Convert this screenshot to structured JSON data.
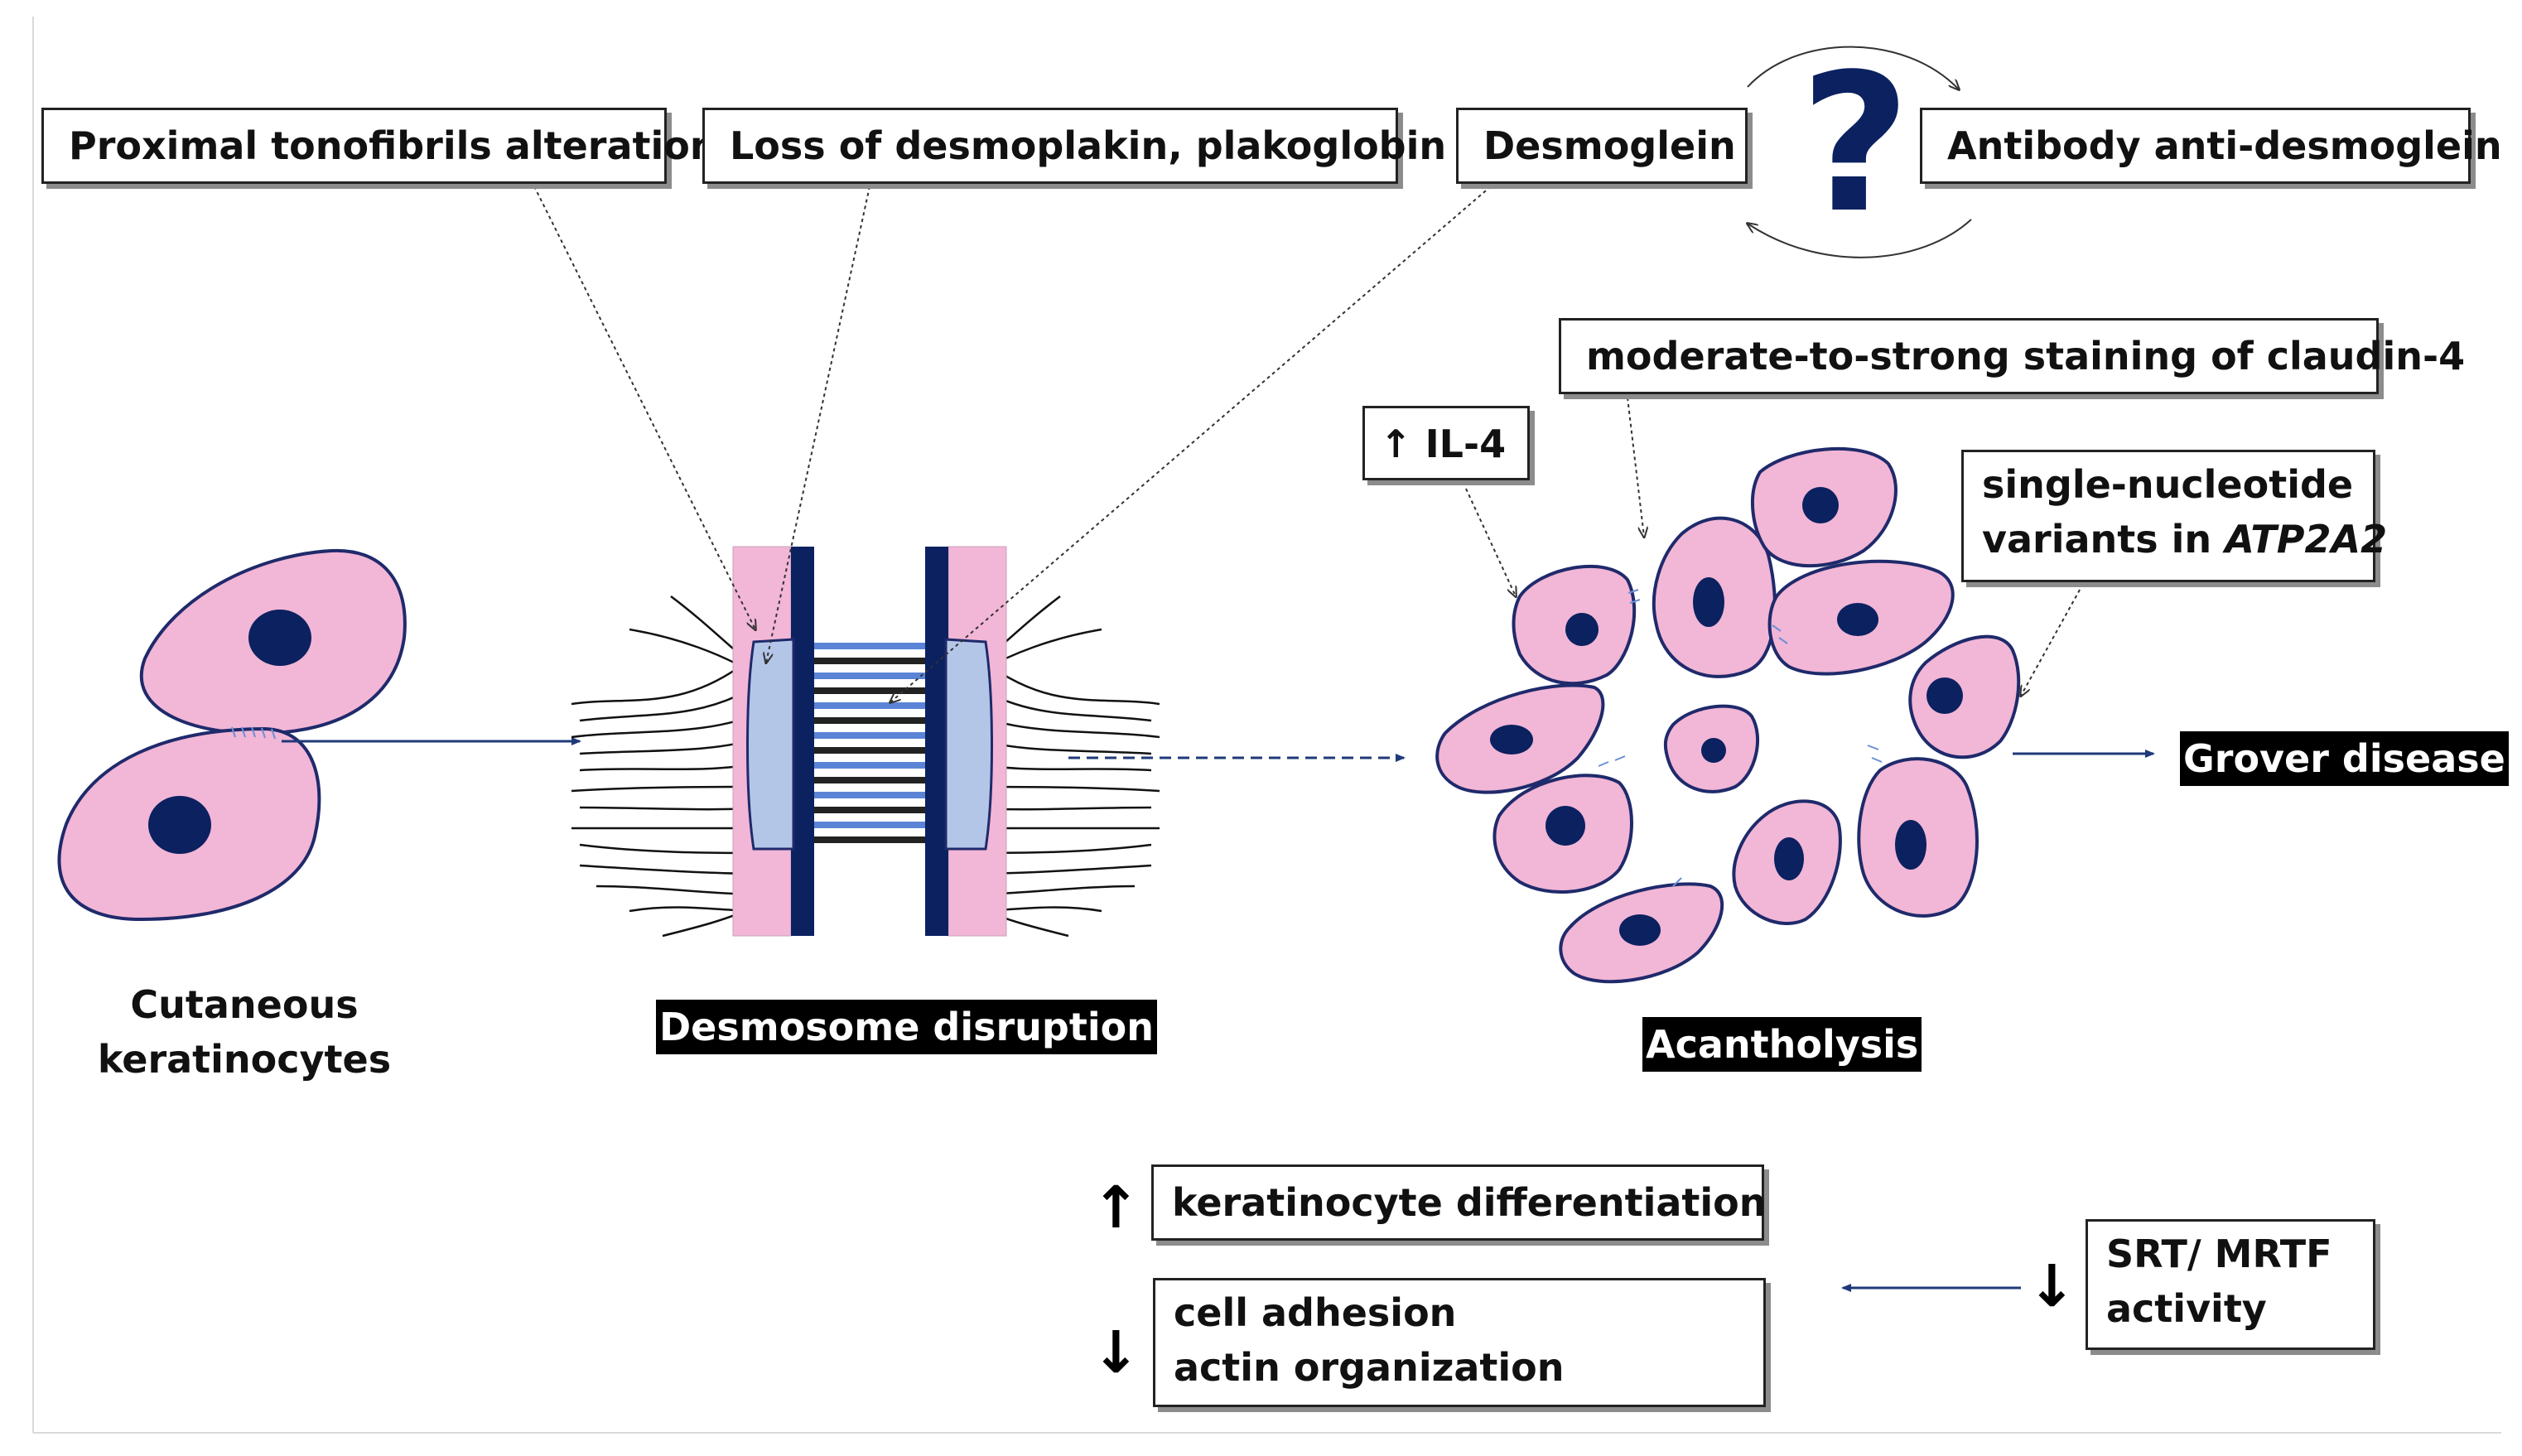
{
  "labels": {
    "proximal_tonofibrils": "Proximal tonofibrils alteration",
    "loss_desmoplakin": "Loss of desmoplakin, plakoglobin",
    "desmoglein": "Desmoglein",
    "antibody": "Antibody anti-desmoglein",
    "claudin": "moderate-to-strong staining of claudin-4",
    "il4": "IL-4",
    "snv_line1": "single-nucleotide",
    "snv_line2a": "variants in ",
    "snv_gene": "ATP2A2",
    "cutaneous_line1": "Cutaneous",
    "cutaneous_line2": "keratinocytes",
    "desmosome_disruption": "Desmosome disruption",
    "acantholysis": "Acantholysis",
    "grover": "Grover disease",
    "keratinocyte_diff": "keratinocyte differentiation",
    "cell_adhesion": "cell adhesion",
    "actin_org": "actin organization",
    "srt_line1": "SRT/ MRTF",
    "srt_line2": "activity",
    "question": "?",
    "up_arrow": "↑",
    "down_arrow": "↓"
  },
  "colors": {
    "cell_fill": "#f2b6d6",
    "nucleus": "#0b2160",
    "membrane": "#1f2a6b",
    "desmosome_plate": "#0b2160",
    "desmosome_core": "#b4c6e7",
    "arrow": "#1f3a78"
  }
}
